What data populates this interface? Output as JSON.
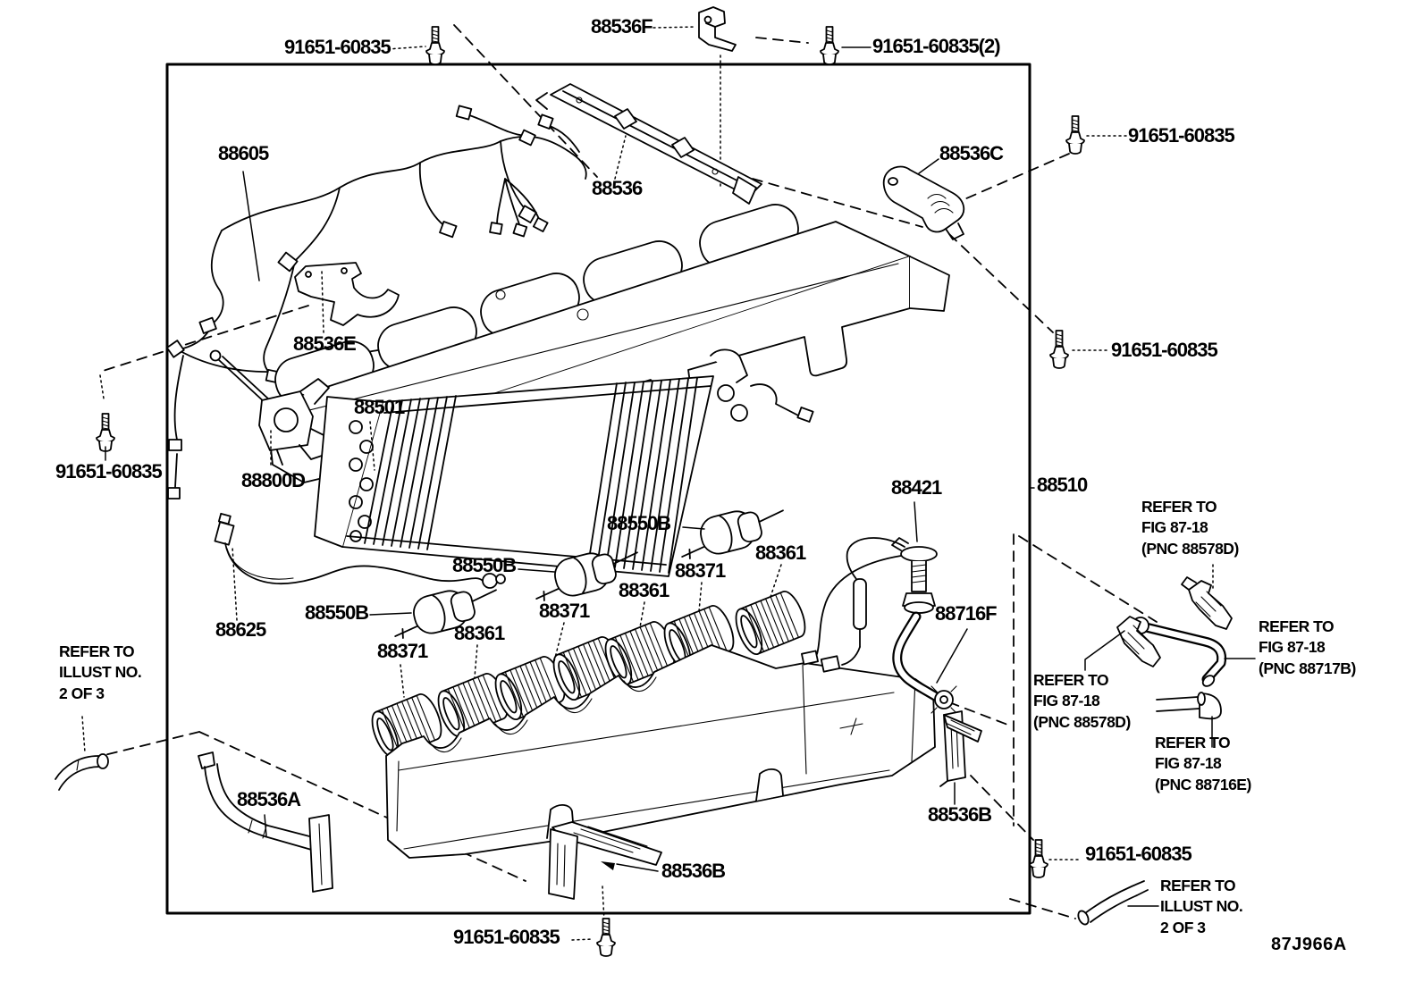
{
  "figure": {
    "code": "87J966A"
  },
  "colors": {
    "ink": "#000000",
    "paper": "#ffffff"
  },
  "parts": {
    "screw": "91651-60835",
    "screw_x2": "91651-60835(2)",
    "harness_sub": "88605",
    "reinforcement": "88536",
    "bracket_f": "88536F",
    "bracket_c": "88536C",
    "bracket_e": "88536E",
    "bracket_a": "88536A",
    "bracket_b": "88536B",
    "evaporator": "88501",
    "unit": "88510",
    "thermistor": "88800D",
    "valve": "88421",
    "motor": "88550B",
    "fan": "88361",
    "wheel": "88371",
    "wire": "88625",
    "tube": "88716F"
  },
  "notes": {
    "refer_fig_578d": "REFER TO\nFIG 87-18\n(PNC 88578D)",
    "refer_fig_717b": "REFER TO\nFIG 87-18\n(PNC 88717B)",
    "refer_fig_716e": "REFER TO\nFIG 87-18\n(PNC 88716E)",
    "refer_illust": "REFER TO\nILLUST NO.\n2 OF 3"
  }
}
